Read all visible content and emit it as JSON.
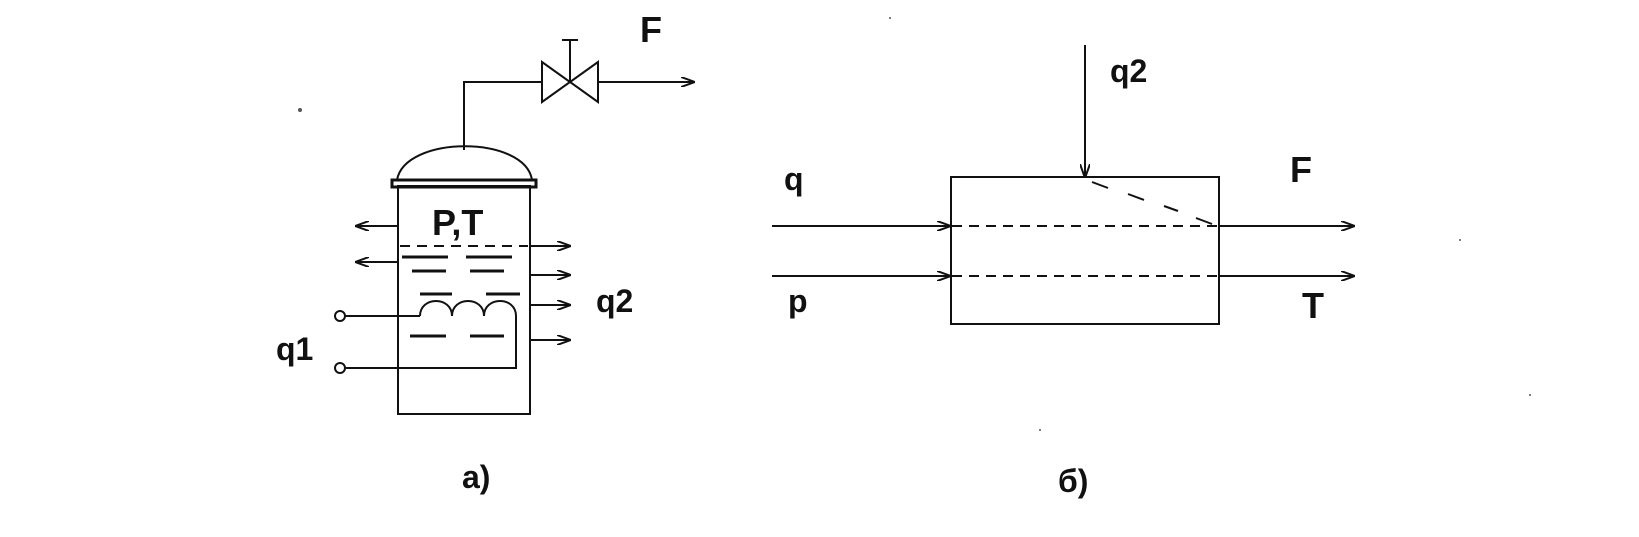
{
  "diagram_a": {
    "caption": "а)",
    "label_outlet": "F",
    "label_state": "P,T",
    "label_heat_in": "q1",
    "label_heat_out": "q2"
  },
  "diagram_b": {
    "caption": "б)",
    "label_top_input": "q2",
    "label_input_1": "q",
    "label_input_2": "p",
    "label_output_1": "F",
    "label_output_2": "T"
  }
}
